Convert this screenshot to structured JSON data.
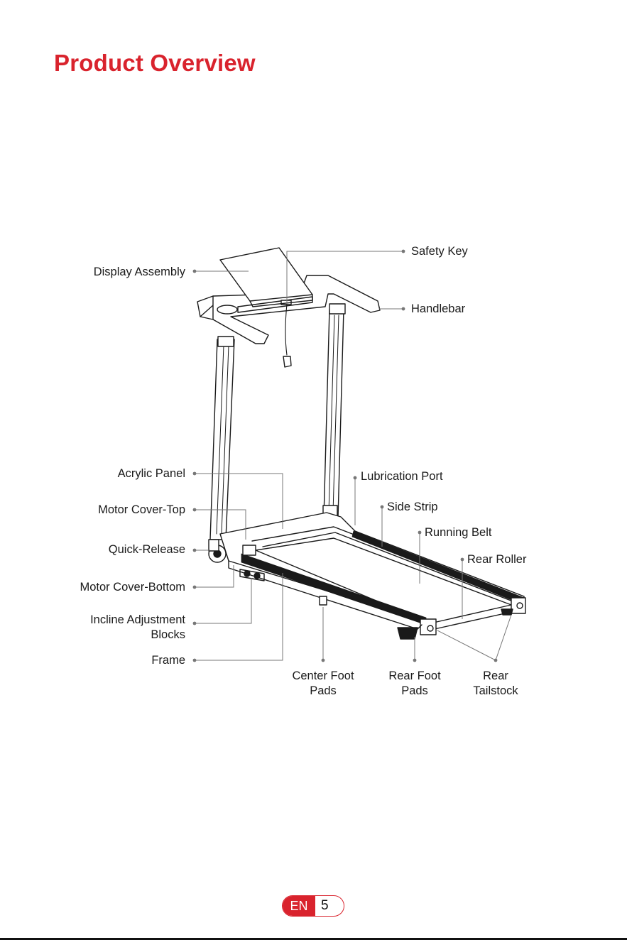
{
  "page": {
    "title": "Product Overview",
    "accent_color": "#d9232d",
    "language": "EN",
    "page_number": "5"
  },
  "labels": {
    "safety_key": "Safety Key",
    "display_assembly": "Display Assembly",
    "handlebar": "Handlebar",
    "acrylic_panel": "Acrylic Panel",
    "lubrication_port": "Lubrication Port",
    "side_strip": "Side Strip",
    "motor_cover_top": "Motor Cover-Top",
    "running_belt": "Running Belt",
    "quick_release": "Quick-Release",
    "rear_roller": "Rear Roller",
    "motor_cover_bottom": "Motor Cover-Bottom",
    "incline_line1": "Incline Adjustment",
    "incline_line2": "Blocks",
    "frame": "Frame",
    "center_foot_line1": "Center Foot",
    "center_foot_line2": "Pads",
    "rear_foot_line1": "Rear Foot",
    "rear_foot_line2": "Pads",
    "rear_tailstock_line1": "Rear",
    "rear_tailstock_line2": "Tailstock"
  }
}
